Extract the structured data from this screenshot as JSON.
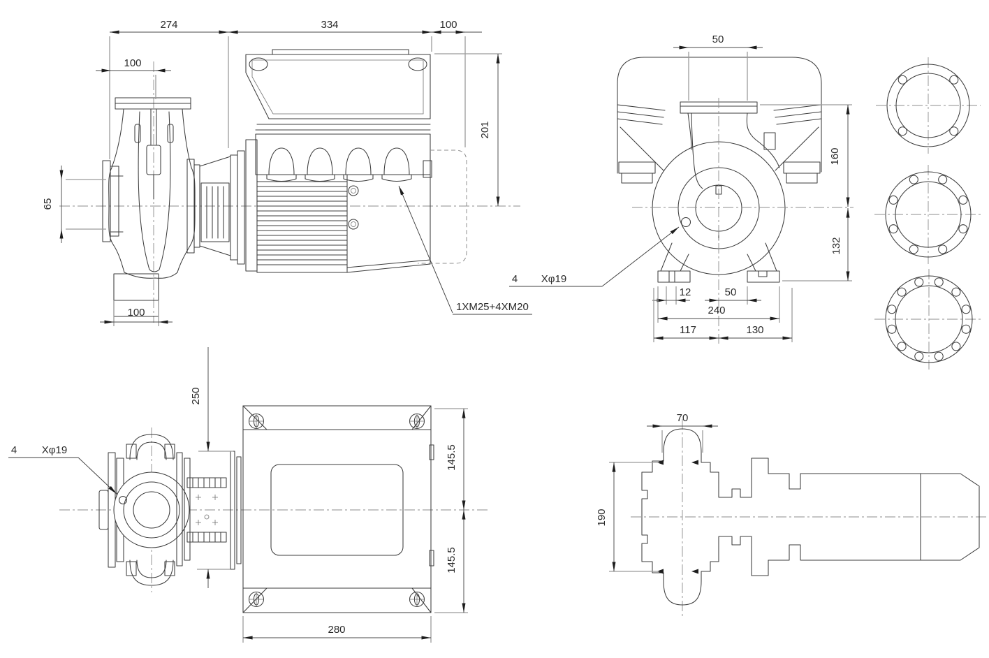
{
  "side_view": {
    "dim_top_left": "274",
    "dim_top_mid": "334",
    "dim_top_right": "100",
    "dim_flange": "100",
    "dim_suction": "65",
    "dim_height": "201",
    "dim_foot": "100",
    "gland_label": "1XM25+4XM20"
  },
  "front_view": {
    "dim_port": "50",
    "dim_upper": "160",
    "dim_lower": "132",
    "dim_slot": "12",
    "dim_foot_half": "50",
    "dim_feet_span": "240",
    "dim_left": "117",
    "dim_right": "130",
    "hole_count": "4",
    "hole_spec": "Xφ19"
  },
  "top_view": {
    "dim_depth": "250",
    "dim_half_top": "145.5",
    "dim_half_bottom": "145.5",
    "dim_width": "280",
    "hole_count": "4",
    "hole_spec": "Xφ19"
  },
  "end_view": {
    "dim_port": "70",
    "dim_span": "190"
  },
  "flanges": [
    {
      "holes": 4
    },
    {
      "holes": 8
    },
    {
      "holes": 12
    }
  ]
}
